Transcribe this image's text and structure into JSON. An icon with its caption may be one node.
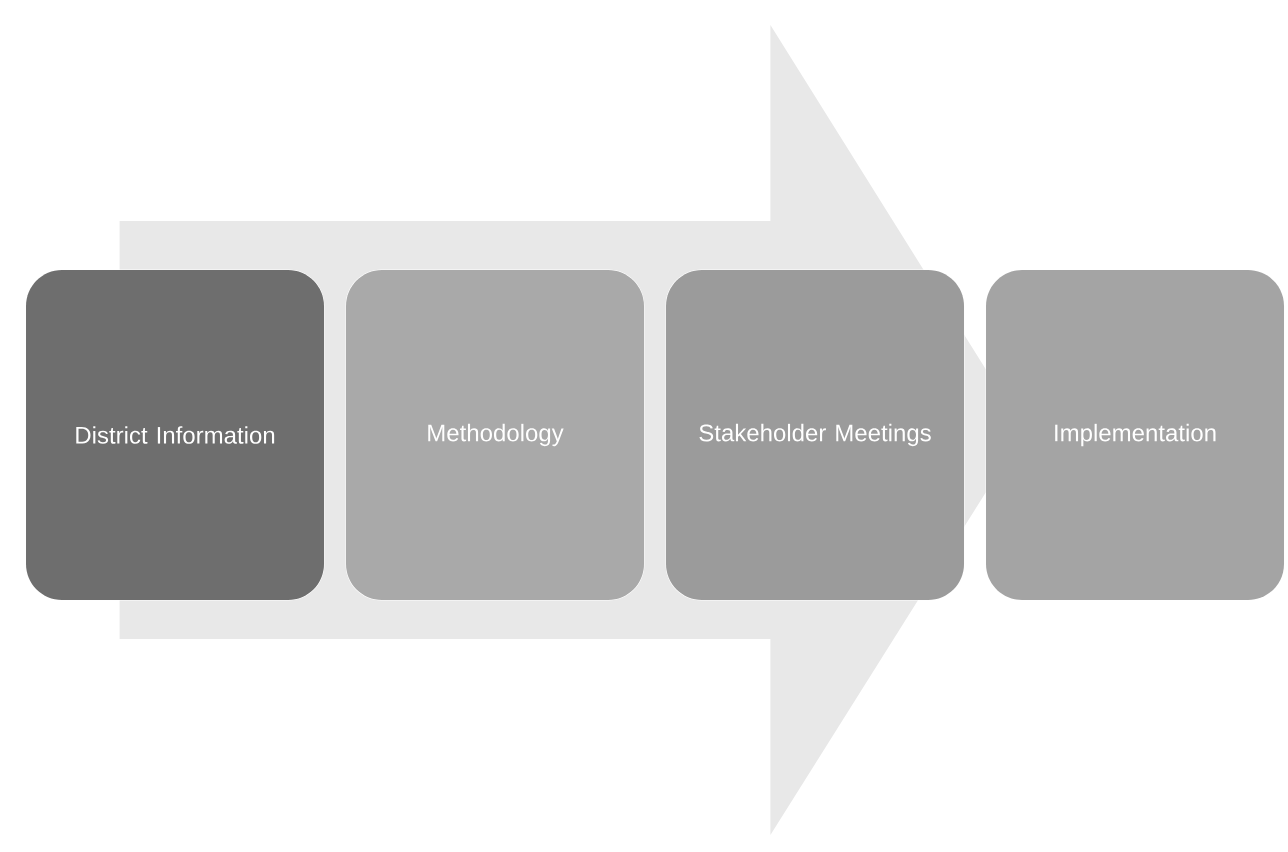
{
  "diagram": {
    "nodes": [
      {
        "text": [
          "District Information"
        ]
      },
      {
        "text": [
          "Methodology"
        ]
      },
      {
        "text": [
          "Stakeholder Meetings"
        ]
      },
      {
        "text": [
          "Implementation"
        ]
      }
    ],
    "edges": [
      {
        "from": 0,
        "to": 3,
        "arrow": "to"
      }
    ]
  }
}
